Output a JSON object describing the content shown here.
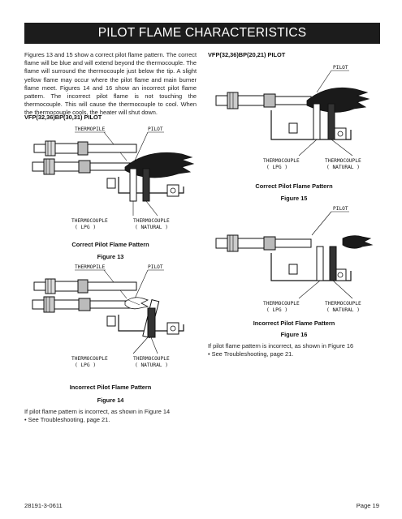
{
  "title": "PILOT FLAME CHARACTERISTICS",
  "intro": "Figures 13 and 15 show a correct pilot flame pattern. The correct flame will be blue and will extend beyond the thermocouple. The flame will surround the thermocouple just below the tip. A slight yellow flame may occur where the pilot flame and main burner flame meet. Figures 14 and 16 show an incorrect pilot flame pattern. The incorrect pilot flame is not touching the thermocouple. This will cause the thermocouple to cool. When the thermocouple cools, the heater will shut down.",
  "left_heading": "VFP(32,36)BP(30,31) PILOT",
  "right_heading": "VFP(32,36)BP(20,21) PILOT",
  "labels": {
    "thermopile": "THERMOPILE",
    "pilot": "PILOT",
    "thermocouple": "THERMOCOUPLE",
    "lpg": "( LPG )",
    "natural": "( NATURAL )"
  },
  "fig13": {
    "caption": "Correct Pilot Flame Pattern",
    "number": "Figure 13"
  },
  "fig14": {
    "caption": "Incorrect Pilot Flame Pattern",
    "number": "Figure 14"
  },
  "fig15": {
    "caption": "Correct Pilot Flame Pattern",
    "number": "Figure 15"
  },
  "fig16": {
    "caption": "Incorrect Pilot Flame Pattern",
    "number": "Figure 16"
  },
  "note_left": "If pilot flame pattern is incorrect, as shown in Figure 14",
  "bullet_left": "•   See Troubleshooting, page 21.",
  "note_right": "If pilot flame pattern is incorrect, as shown in Figure 16",
  "bullet_right": "•   See Troubleshooting, page 21.",
  "footer": {
    "doc_number": "28191-3-0611",
    "page": "Page 19"
  }
}
